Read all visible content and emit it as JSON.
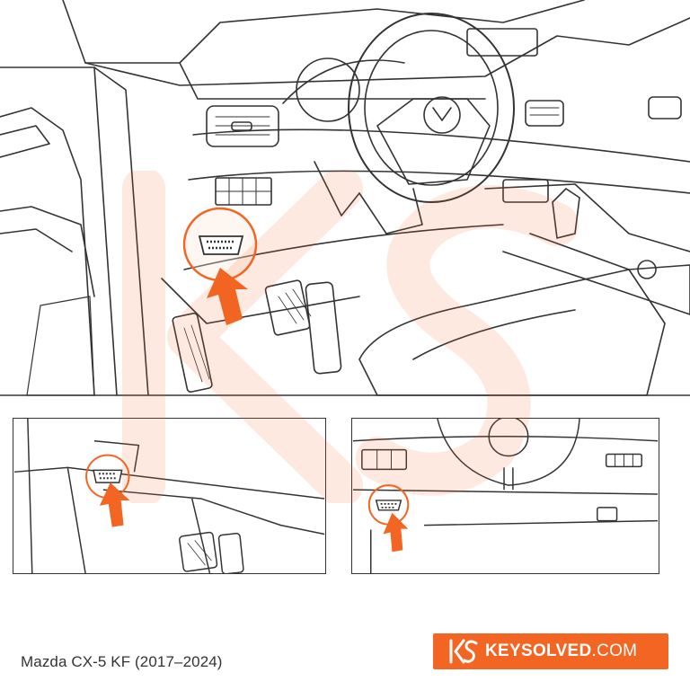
{
  "caption": "Mazda CX-5 KF (2017–2024)",
  "brand": {
    "name_bold": "KEYSOLVED",
    "name_tld": ".COM"
  },
  "colors": {
    "accent": "#f26522",
    "line": "#333333",
    "watermark": "#fde4d3"
  },
  "icons": [
    "obd-port-icon",
    "arrow-up-icon",
    "keysolved-logo-icon"
  ]
}
